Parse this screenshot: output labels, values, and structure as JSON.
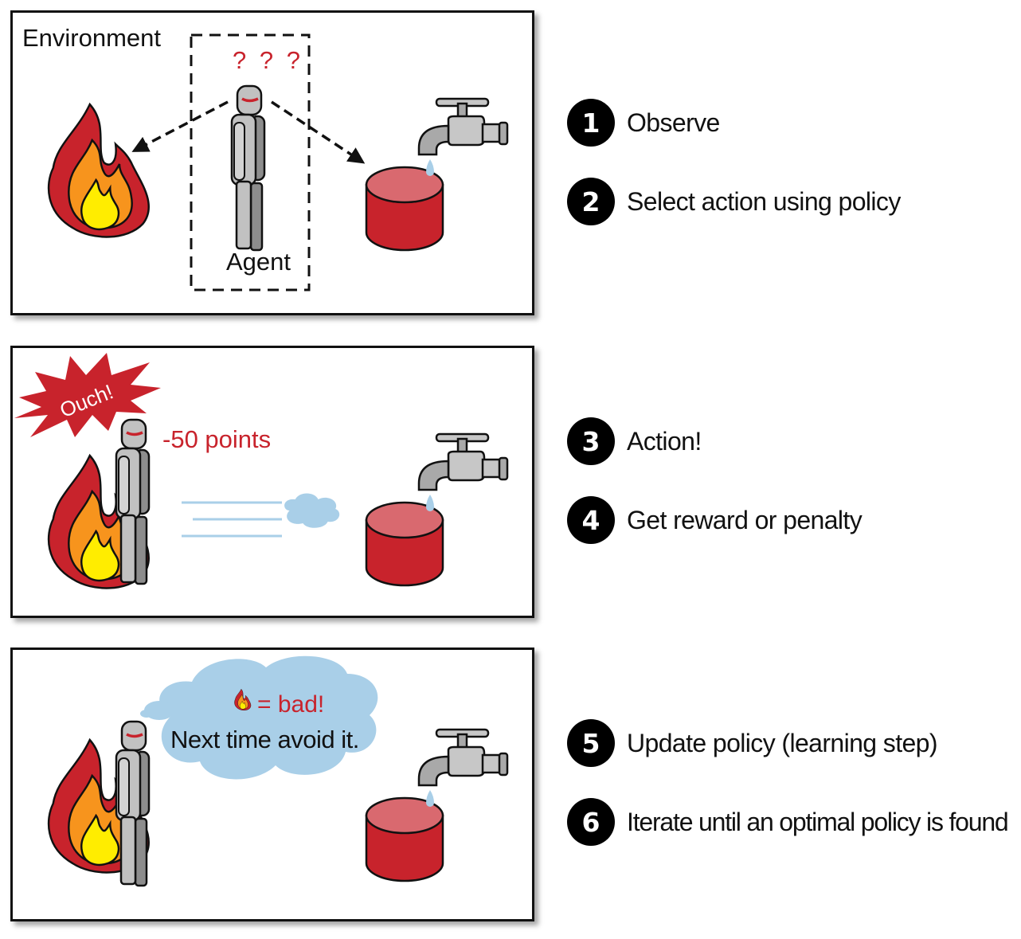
{
  "panel1": {
    "environment_label": "Environment",
    "question_marks": "? ? ?",
    "agent_label": "Agent"
  },
  "panel2": {
    "ouch_text": "Ouch!",
    "points_text": "-50 points"
  },
  "panel3": {
    "thought_bad": "= bad!",
    "thought_next": "Next time avoid it."
  },
  "steps": [
    {
      "number": "1",
      "label": "Observe"
    },
    {
      "number": "2",
      "label": "Select action using policy"
    },
    {
      "number": "3",
      "label": "Action!"
    },
    {
      "number": "4",
      "label": "Get reward or penalty"
    },
    {
      "number": "5",
      "label": "Update policy (learning step)"
    },
    {
      "number": "6",
      "label": "Iterate until an optimal policy is found"
    }
  ],
  "colors": {
    "accent_red": "#c8232c",
    "fire_dark": "#c8232c",
    "fire_orange": "#f7941d",
    "fire_yellow": "#ffed00",
    "water_blue": "#a9cfe8",
    "robot_gray": "#b3b3b3"
  },
  "icons": [
    "fire-icon",
    "robot-agent-icon",
    "water-tap-icon",
    "water-bucket-icon",
    "water-drop-icon",
    "water-splash-cloud-icon",
    "thought-cloud-icon",
    "ouch-burst-icon"
  ]
}
